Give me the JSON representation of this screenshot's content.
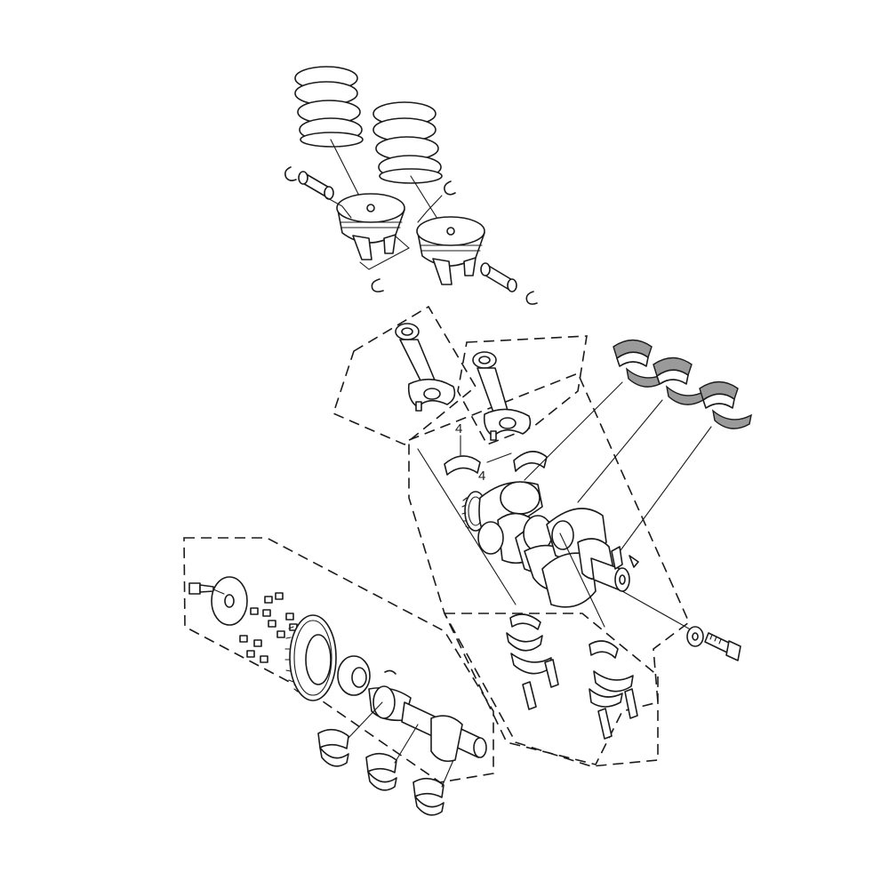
{
  "diagram": {
    "callouts": [
      {
        "id": "callout-upper",
        "text": "4"
      },
      {
        "id": "callout-lower",
        "text": "4"
      }
    ]
  }
}
